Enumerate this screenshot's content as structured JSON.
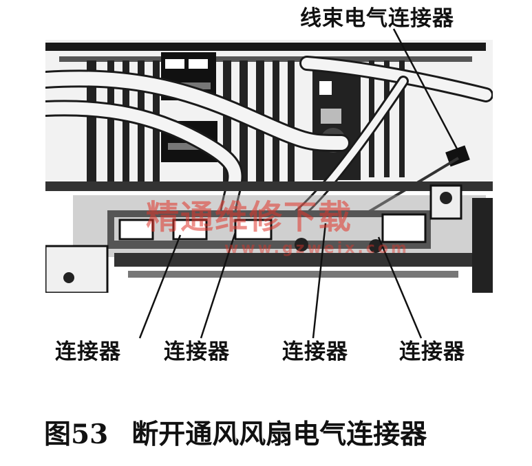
{
  "labels": {
    "harness_connector": "线束电气连接器",
    "connector_1": "连接器",
    "connector_2": "连接器",
    "connector_3": "连接器",
    "connector_4": "连接器"
  },
  "caption": {
    "figure_number": "图53",
    "text": "断开通风风扇电气连接器"
  },
  "watermark": {
    "text": "精通维修下载",
    "url": "www.gzweix.com"
  },
  "colors": {
    "ink": "#111111",
    "watermark": "#e0352b",
    "background": "#ffffff"
  }
}
